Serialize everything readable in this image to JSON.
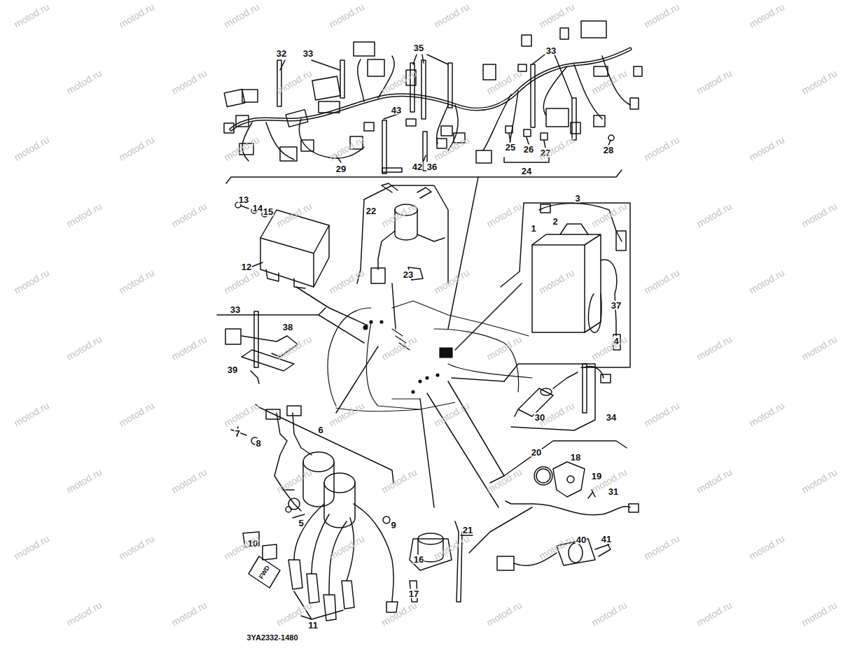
{
  "diagram": {
    "labels": [
      "32",
      "33",
      "35",
      "33",
      "43",
      "42",
      "36",
      "29",
      "25",
      "26",
      "27",
      "28",
      "24",
      "13",
      "14",
      "15",
      "22",
      "3",
      "2",
      "1",
      "12",
      "23",
      "33",
      "38",
      "37",
      "4",
      "39",
      "30",
      "34",
      "7",
      "8",
      "6",
      "20",
      "18",
      "19",
      "31",
      "5",
      "9",
      "10",
      "21",
      "40",
      "41",
      "16",
      "17",
      "11",
      "FWD",
      "3YA2332-1480",
      "motod.ru",
      "motod.ru",
      "motod.ru",
      "motod.ru",
      "motod.ru",
      "motod.ru",
      "motod.ru",
      "motod.ru",
      "motod.ru",
      "motod.ru",
      "motod.ru",
      "motod.ru",
      "motod.ru",
      "motod.ru",
      "motod.ru",
      "motod.ru",
      "motod.ru",
      "motod.ru",
      "motod.ru",
      "motod.ru",
      "motod.ru",
      "motod.ru",
      "motod.ru",
      "motod.ru",
      "motod.ru",
      "motod.ru",
      "motod.ru",
      "motod.ru",
      "motod.ru",
      "motod.ru",
      "motod.ru",
      "motod.ru",
      "motod.ru",
      "motod.ru",
      "motod.ru",
      "motod.ru",
      "motod.ru",
      "motod.ru",
      "motod.ru",
      "motod.ru",
      "motod.ru",
      "motod.ru",
      "motod.ru",
      "motod.ru",
      "motod.ru",
      "motod.ru",
      "motod.ru",
      "motod.ru",
      "motod.ru",
      "motod.ru",
      "motod.ru",
      "motod.ru",
      "motod.ru",
      "motod.ru",
      "motod.ru",
      "motod.ru",
      "motod.ru",
      "motod.ru",
      "motod.ru",
      "motod.ru",
      "motod.ru",
      "motod.ru",
      "motod.ru",
      "motod.ru",
      "motod.ru",
      "motod.ru",
      "motod.ru",
      "motod.ru",
      "motod.ru",
      "motod.ru",
      "motod.ru",
      "motod.ru",
      "motod.ru",
      "motod.ru",
      "motod.ru",
      "motod.ru",
      "motod.ru",
      "motod.ru",
      "motod.ru",
      "motod.ru"
    ]
  }
}
